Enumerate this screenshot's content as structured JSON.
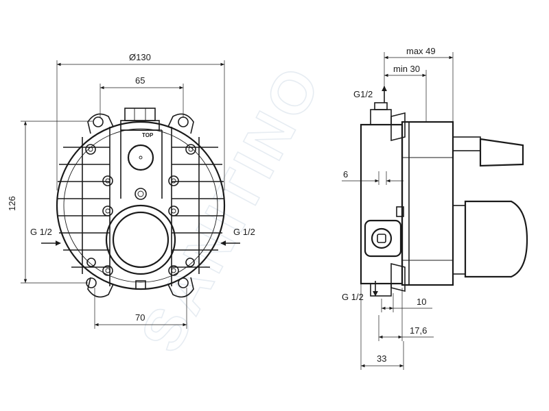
{
  "watermark": "SANITINO",
  "front_view": {
    "diameter_label": "Ø130",
    "width_top_label": "65",
    "height_label": "126",
    "width_bottom_label": "70",
    "inlet_left_label": "G 1/2",
    "inlet_right_label": "G 1/2",
    "top_mark": "TOP"
  },
  "side_view": {
    "max_depth_label": "max 49",
    "min_depth_label": "min 30",
    "outlet_top_label": "G1/2",
    "outlet_bottom_label": "G 1/2",
    "offset_label": "6",
    "dim_10_label": "10",
    "dim_17_6_label": "17,6",
    "dim_33_label": "33"
  }
}
